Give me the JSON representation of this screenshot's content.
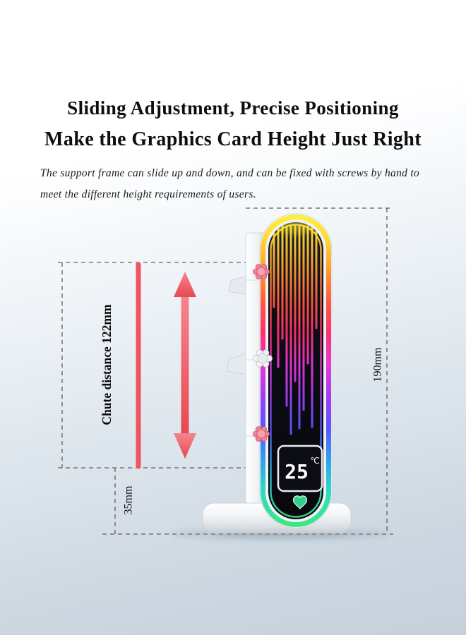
{
  "header": {
    "title_line1": "Sliding Adjustment, Precise Positioning",
    "title_line2": "Make the Graphics Card Height Just Right",
    "description_line1": "The support frame can slide up and down, and can be fixed with screws by hand to",
    "description_line2": "meet the different height requirements of users."
  },
  "annotations": {
    "chute_distance_label": "Chute distance 122mm",
    "base_height_label": "35mm",
    "total_height_label": "190mm"
  },
  "display": {
    "temperature_value": "25",
    "temperature_unit": "℃"
  },
  "colors": {
    "accent_red": "#ef5560",
    "dash_gray": "#5f5f5f",
    "screw_pink": "#ef8295",
    "rim_yellow": "#fff23a",
    "rim_green": "#3de87a",
    "background_bottom": "#c6d0da"
  }
}
